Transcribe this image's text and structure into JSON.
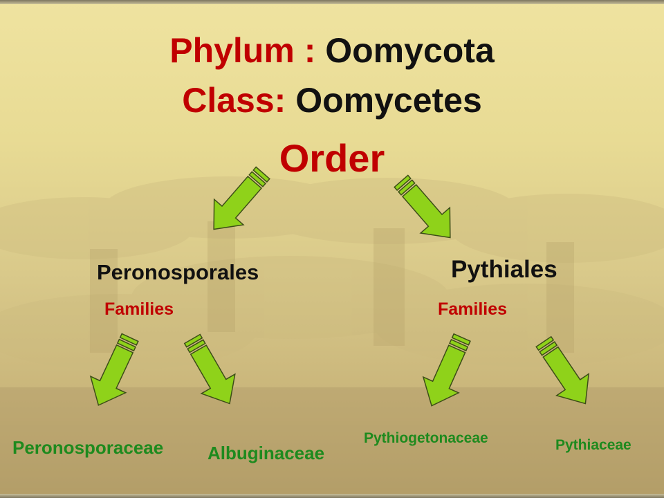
{
  "title": {
    "phylum_label": "Phylum : ",
    "phylum_value": "Oomycota",
    "class_label": "Class: ",
    "class_value": "Oomycetes",
    "order_label": "Order"
  },
  "orders": [
    {
      "name": "Peronosporales",
      "families_label": "Families",
      "families": [
        "Peronosporaceae",
        "Albuginaceae"
      ]
    },
    {
      "name": "Pythiales",
      "families_label": "Families",
      "families": [
        "Pythiogetonaceae",
        "Pythiaceae"
      ]
    }
  ],
  "colors": {
    "label_red": "#c00000",
    "value_black": "#111111",
    "family_green": "#1e8a1e",
    "arrow_green": "#8fd21a",
    "arrow_outline": "#3d4d18"
  }
}
